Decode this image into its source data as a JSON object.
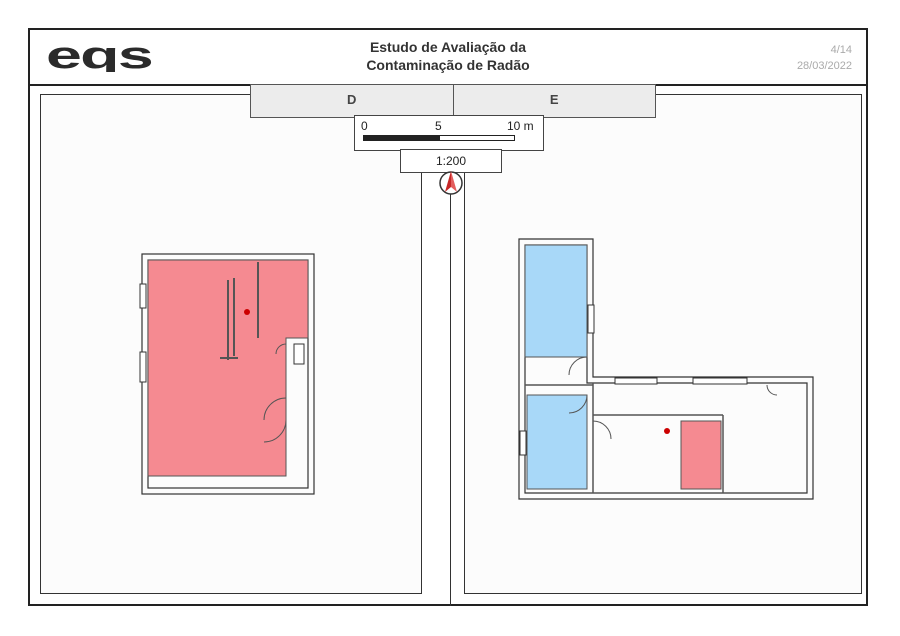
{
  "header": {
    "logo_text": "eqs",
    "title_line1": "Estudo de Avaliação da",
    "title_line2": "Contaminação de Radão",
    "page": "4/14",
    "date": "28/03/2022"
  },
  "tabs": [
    {
      "label": "D"
    },
    {
      "label": "E"
    }
  ],
  "scale": {
    "ticks": [
      "0",
      "5",
      "10 m"
    ],
    "ratio": "1:200"
  },
  "colors": {
    "red_zone": "#f58a91",
    "blue_zone": "#a8d8f8",
    "wall": "#333333",
    "marker": "#cc0000"
  },
  "icons": {
    "north": "north-arrow-icon"
  }
}
